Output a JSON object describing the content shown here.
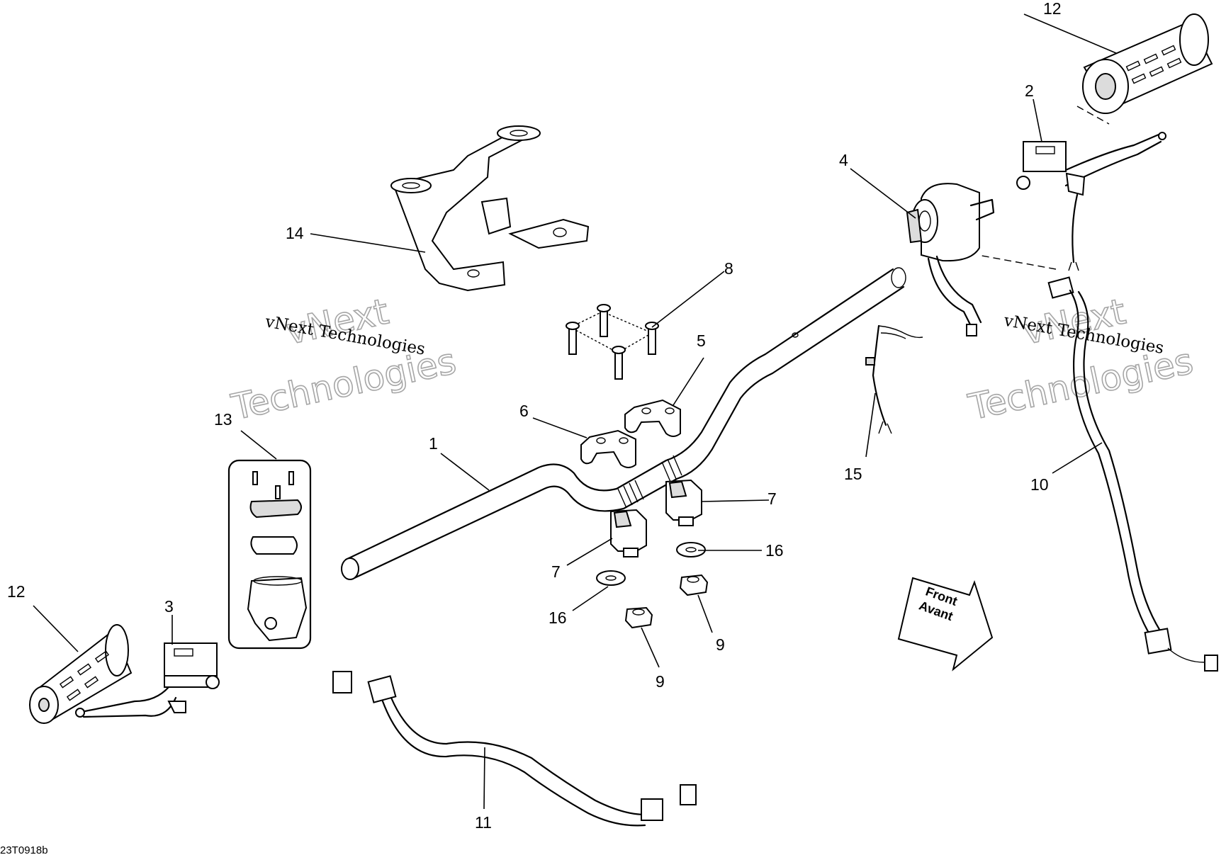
{
  "callouts": {
    "c1": "1",
    "c2": "2",
    "c3": "3",
    "c4": "4",
    "c5": "5",
    "c6": "6",
    "c7a": "7",
    "c7b": "7",
    "c8": "8",
    "c9a": "9",
    "c9b": "9",
    "c10": "10",
    "c11": "11",
    "c12a": "12",
    "c12b": "12",
    "c13": "13",
    "c14": "14",
    "c15": "15",
    "c16a": "16",
    "c16b": "16"
  },
  "watermark": {
    "line1": "vNext Technologies",
    "big1": "vNext",
    "big2": "Technologies"
  },
  "front_arrow": {
    "line1": "Front",
    "line2": "Avant"
  },
  "drawing_code": "23T0918b"
}
